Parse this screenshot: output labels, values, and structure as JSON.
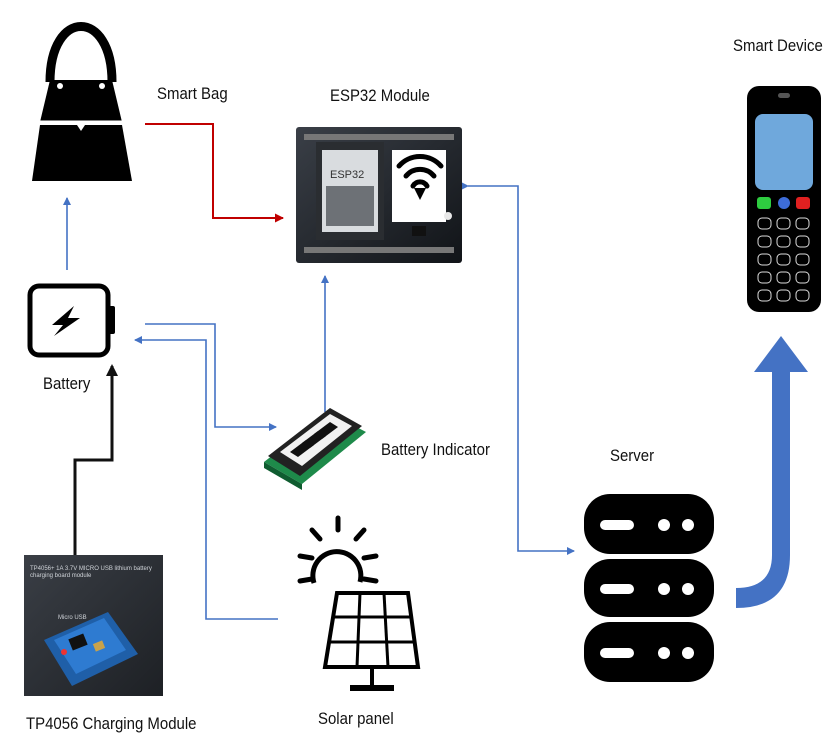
{
  "nodes": {
    "smart_bag": "Smart Bag",
    "esp32": "ESP32 Module",
    "smart_device": "Smart Device",
    "battery": "Battery",
    "battery_indicator": "Battery Indicator",
    "server": "Server",
    "charging_module": "TP4056  Charging Module",
    "solar_panel": "Solar panel"
  },
  "photo_text": {
    "charging_header": "TP4056+ 1A 3.7V MICRO USB lithium battery charging board module",
    "charging_micro_usb": "Micro USB"
  },
  "colors": {
    "red_link": "#c00000",
    "blue_link": "#4472c4",
    "black_link": "#111111",
    "big_arrow": "#4472c4"
  }
}
